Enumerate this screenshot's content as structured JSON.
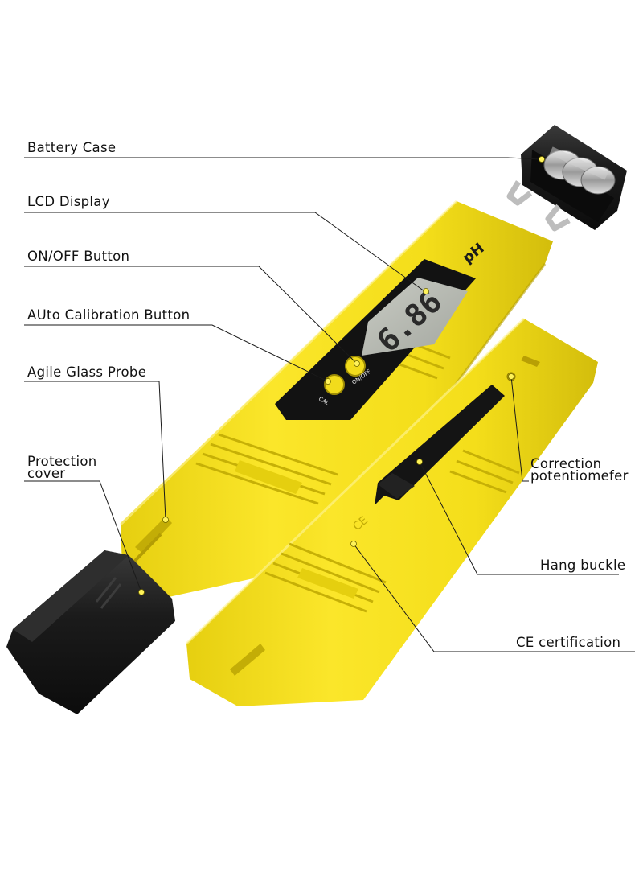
{
  "labels": {
    "battery_case": "Battery Case",
    "lcd_display": "LCD Display",
    "on_off_button": "ON/OFF Button",
    "auto_calibration_button": "AUto Calibration Button",
    "agile_glass_probe": "Agile Glass Probe",
    "protection_cover_line1": "Protection",
    "protection_cover_line2": "cover",
    "correction_potentiometer_line1": "Correction",
    "correction_potentiometer_line2": "potentiomefer",
    "hang_buckle": "Hang buckle",
    "ce_certification": "CE certification"
  },
  "device": {
    "ph_mark": "pH",
    "lcd_reading": "6.86",
    "on_off_text": "ON/OFF",
    "cal_text": "CAL",
    "ce_mark": "CE"
  },
  "colors": {
    "body_yellow": "#f7e11d",
    "body_yellow_shadow": "#c9b40a",
    "black_plastic": "#151515",
    "lcd_gray": "#b9bcb4",
    "leader_dot": "#fff35a"
  }
}
